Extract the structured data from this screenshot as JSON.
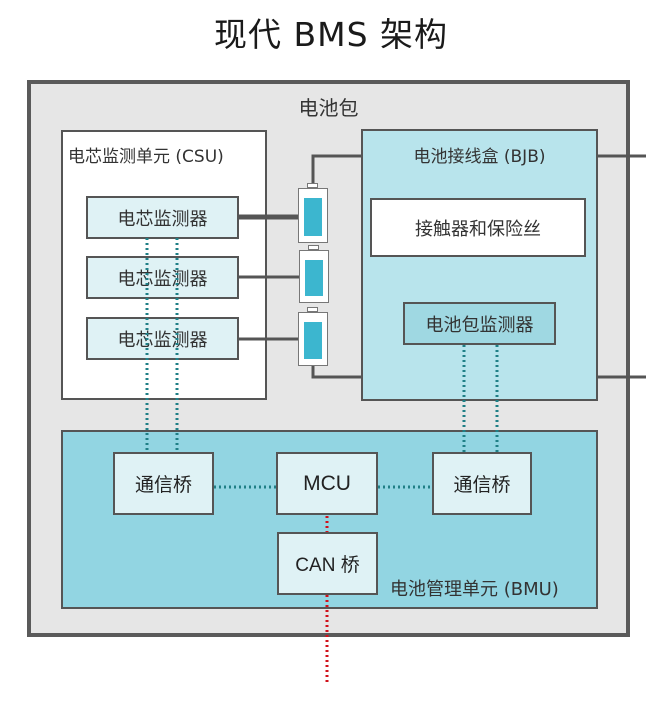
{
  "title": "现代 BMS 架构",
  "battery_pack": {
    "label": "电池包",
    "csu": {
      "label": "电芯监测单元 (CSU)",
      "monitors": [
        "电芯监测器",
        "电芯监测器",
        "电芯监测器"
      ]
    },
    "cells": {
      "count": 3,
      "icon": "battery-cell-icon"
    },
    "bjb": {
      "label": "电池接线盒 (BJB)",
      "contactor_fuse": "接触器和保险丝",
      "pack_monitor": "电池包监测器"
    },
    "bmu": {
      "label": "电池管理单元 (BMU)",
      "comm_bridge_left": "通信桥",
      "mcu": "MCU",
      "comm_bridge_right": "通信桥",
      "can_bridge": "CAN 桥"
    }
  },
  "colors": {
    "pack_fill": "#e6e6e6",
    "border": "#555555",
    "csu_fill": "#ffffff",
    "monitor_fill": "#dff2f5",
    "bjb_fill": "#b8e4ec",
    "pack_monitor_fill": "#9fd8e2",
    "bmu_fill": "#92d5e2",
    "cell_fill": "#3cb6cf",
    "comm_link": "#1f7f86",
    "can_link": "#d0101a"
  }
}
